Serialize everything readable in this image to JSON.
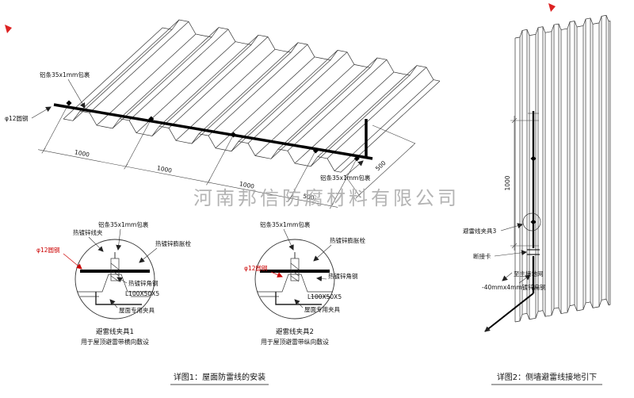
{
  "watermark": "河南邦信防腐材料有限公司",
  "roof": {
    "alu_label_top": "铝条35x1mm包裹",
    "alu_label_right": "铝条35x1mm包裹",
    "round_steel_label": "φ12圆钢",
    "dim1": "1000",
    "dim2": "1000",
    "dim3": "1000",
    "dim4": "500",
    "dim5": "500"
  },
  "detail1": {
    "clamp_label": "热镀锌线夹",
    "alu_label": "铝条35x1mm包裹",
    "anchor_label": "热镀锌膨胀栓",
    "round_steel_label": "φ12圆钢",
    "angle_label": "热镀锌角钢",
    "angle_spec": "L100X50X5",
    "fixture_label": "屋面专用夹具",
    "title": "避雷线夹具1",
    "subtitle": "用于屋顶避雷带横向敷设"
  },
  "detail2": {
    "alu_label": "铝条35x1mm包裹",
    "anchor_label": "热镀锌膨胀栓",
    "round_steel_label": "φ12圆钢",
    "angle_label": "热镀锌角钢",
    "angle_spec": "L100X50X5",
    "fixture_label": "屋面专用夹具",
    "title": "避雷线夹具2",
    "subtitle": "用于屋顶避雷带纵向敷设"
  },
  "wall": {
    "dim": "1000",
    "clamp_label": "避雷线夹具3",
    "disconnect_label": "断接卡",
    "ground_label": "至主接地网",
    "flat_steel_label": "-40mmx4mm镀锌扁钢"
  },
  "captions": {
    "detail1": "详图1：屋面防雷线的安装",
    "detail2": "详图2：侧墙避雷线接地引下"
  }
}
